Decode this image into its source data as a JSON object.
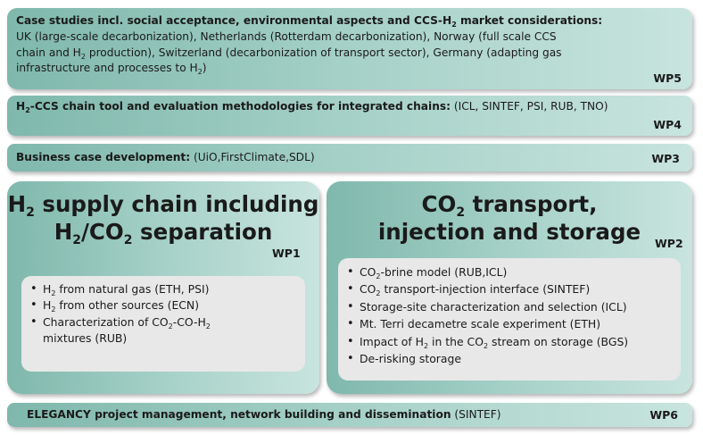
{
  "wp5": {
    "head_pre": "Case studies incl. social acceptance, environmental aspects and CCS-H",
    "head_sub": "2",
    "head_post": " market considerations:",
    "line2": "UK (large-scale decarbonization), Netherlands (Rotterdam decarbonization), Norway (full scale CCS",
    "line3_pre": "chain and H",
    "line3_sub": "2",
    "line3_post": " production), Switzerland (decarbonization of transport sector), Germany (adapting gas",
    "line4_pre": "infrastructure and processes to H",
    "line4_sub": "2",
    "line4_post": ")",
    "label": "WP5"
  },
  "wp4": {
    "title_pre": "H",
    "title_sub": "2",
    "title_post": "-CCS chain tool and evaluation methodologies for integrated chains:",
    "partners": " (ICL, SINTEF, PSI, RUB, TNO)",
    "label": "WP4"
  },
  "wp3": {
    "title": "Business case development:",
    "partners": " (UiO,FirstClimate,SDL)",
    "label": "WP3"
  },
  "wp1": {
    "title_l1_pre": "H",
    "title_l1_sub": "2",
    "title_l1_post": " supply chain including",
    "title_l2_a": "H",
    "title_l2_sub1": "2",
    "title_l2_b": "/CO",
    "title_l2_sub2": "2",
    "title_l2_c": " separation",
    "label": "WP1",
    "items": [
      {
        "pre": "H",
        "sub": "2",
        "post": " from natural gas (ETH, PSI)"
      },
      {
        "pre": "H",
        "sub": "2",
        "post": " from other sources (ECN)"
      },
      {
        "pre": "Characterization of CO",
        "sub": "2",
        "mid": "-CO-H",
        "sub2": "2",
        "cont": "mixtures (RUB)"
      }
    ]
  },
  "wp2": {
    "title_l1_pre": "CO",
    "title_l1_sub": "2",
    "title_l1_post": " transport,",
    "title_l2": "injection  and storage",
    "label": "WP2",
    "items": [
      {
        "pre": "CO",
        "sub": "2",
        "post": "-brine model (RUB,ICL)"
      },
      {
        "pre": "CO",
        "sub": "2",
        "post": " transport-injection interface (SINTEF)"
      },
      {
        "text": "Storage-site characterization and selection (ICL)"
      },
      {
        "text": "Mt. Terri decametre scale experiment (ETH)"
      },
      {
        "pre": "Impact of H",
        "sub": "2",
        "mid": " in the CO",
        "sub2": "2",
        "post": " stream on storage (BGS)"
      },
      {
        "text": "De-risking storage"
      }
    ]
  },
  "wp6": {
    "title": "ELEGANCY project management, network building and dissemination",
    "partners": " (SINTEF)",
    "label": "WP6"
  }
}
